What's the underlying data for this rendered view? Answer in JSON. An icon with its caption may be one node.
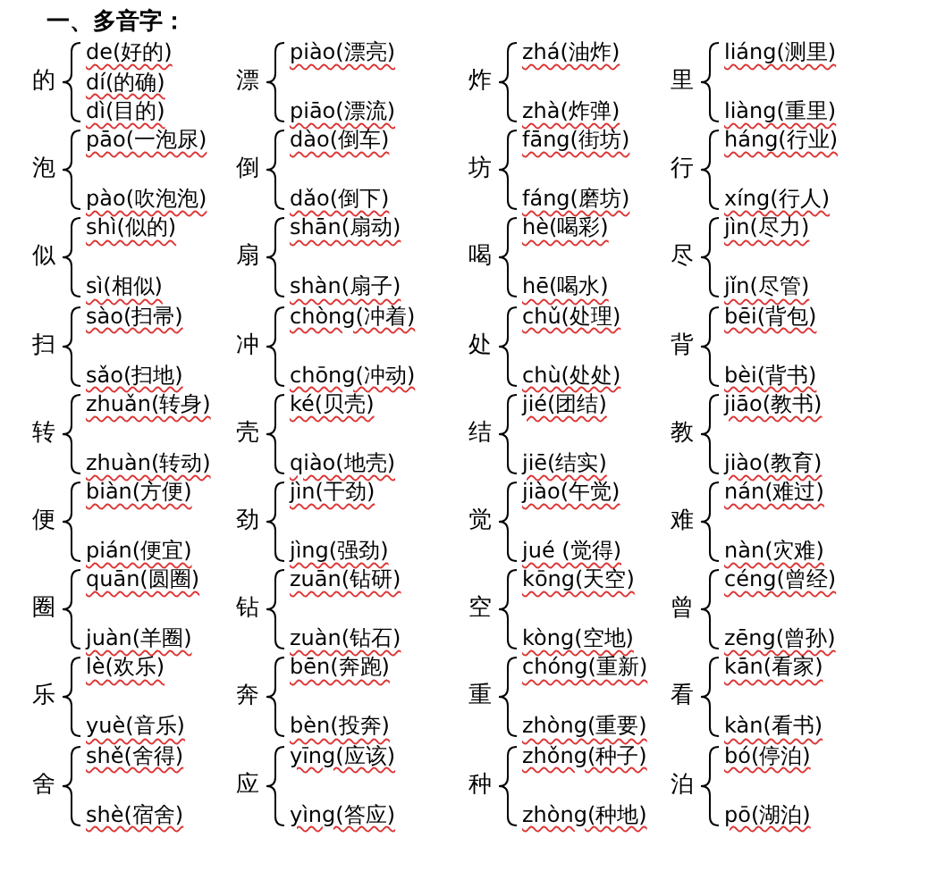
{
  "diagram": {
    "title": "一、多音字：",
    "nodes": [
      {
        "text": [
          "的",
          "de(好的)",
          "dí(的确)",
          "dì(目的)"
        ]
      },
      {
        "text": [
          "泡",
          "pāo(一泡尿)",
          "pào(吹泡泡)"
        ]
      },
      {
        "text": [
          "似",
          "shì(似的)",
          "sì(相似)"
        ]
      },
      {
        "text": [
          "扫",
          "sào(扫帚)",
          "sǎo(扫地)"
        ]
      },
      {
        "text": [
          "转",
          "zhuǎn(转身)",
          "zhuàn(转动)"
        ]
      },
      {
        "text": [
          "便",
          "biàn(方便)",
          "pián(便宜)"
        ]
      },
      {
        "text": [
          "圈",
          "quān(圆圈)",
          "juàn(羊圈)"
        ]
      },
      {
        "text": [
          "乐",
          "lè(欢乐)",
          "yuè(音乐)"
        ]
      },
      {
        "text": [
          "舍",
          "shě(舍得)",
          "shè(宿舍)"
        ]
      },
      {
        "text": [
          "漂",
          "piào(漂亮)",
          "piāo(漂流)"
        ]
      },
      {
        "text": [
          "倒",
          "dào(倒车)",
          "dǎo(倒下)"
        ]
      },
      {
        "text": [
          "扇",
          "shān(扇动)",
          "shàn(扇子)"
        ]
      },
      {
        "text": [
          "冲",
          "chòng(冲着)",
          "chōng(冲动)"
        ]
      },
      {
        "text": [
          "壳",
          "ké(贝壳)",
          "qiào(地壳)"
        ]
      },
      {
        "text": [
          "劲",
          "jìn(干劲)",
          "jìng(强劲)"
        ]
      },
      {
        "text": [
          "钻",
          "zuān(钻研)",
          "zuàn(钻石)"
        ]
      },
      {
        "text": [
          "奔",
          "bēn(奔跑)",
          "bèn(投奔)"
        ]
      },
      {
        "text": [
          "应",
          "yīng(应该)",
          "yìng(答应)"
        ]
      },
      {
        "text": [
          "炸",
          "zhá(油炸)",
          "zhà(炸弹)"
        ]
      },
      {
        "text": [
          "坊",
          "fāng(街坊)",
          "fáng(磨坊)"
        ]
      },
      {
        "text": [
          "喝",
          "hè(喝彩)",
          "hē(喝水)"
        ]
      },
      {
        "text": [
          "处",
          "chǔ(处理)",
          "chù(处处)"
        ]
      },
      {
        "text": [
          "结",
          "jié(团结)",
          "jiē(结实)"
        ]
      },
      {
        "text": [
          "觉",
          "jiào(午觉)",
          "jué (觉得)"
        ]
      },
      {
        "text": [
          "空",
          "kōng(天空)",
          "kòng(空地)"
        ]
      },
      {
        "text": [
          "重",
          "chóng(重新)",
          "zhòng(重要)"
        ]
      },
      {
        "text": [
          "种",
          "zhǒng(种子)",
          "zhòng(种地)"
        ]
      },
      {
        "text": [
          "里",
          "liáng(测里)",
          "liàng(重里)"
        ]
      },
      {
        "text": [
          "行",
          "háng(行业)",
          "xíng(行人)"
        ]
      },
      {
        "text": [
          "尽",
          "jìn(尽力)",
          "jǐn(尽管)"
        ]
      },
      {
        "text": [
          "背",
          "bēi(背包)",
          "bèi(背书)"
        ]
      },
      {
        "text": [
          "教",
          "jiāo(教书)",
          "jiào(教育)"
        ]
      },
      {
        "text": [
          "难",
          "nán(难过)",
          "nàn(灾难)"
        ]
      },
      {
        "text": [
          "曾",
          "céng(曾经)",
          "zēng(曾孙)"
        ]
      },
      {
        "text": [
          "看",
          "kān(看家)",
          "kàn(看书)"
        ]
      },
      {
        "text": [
          "泊",
          "bó(停泊)",
          "pō(湖泊)"
        ]
      }
    ]
  }
}
